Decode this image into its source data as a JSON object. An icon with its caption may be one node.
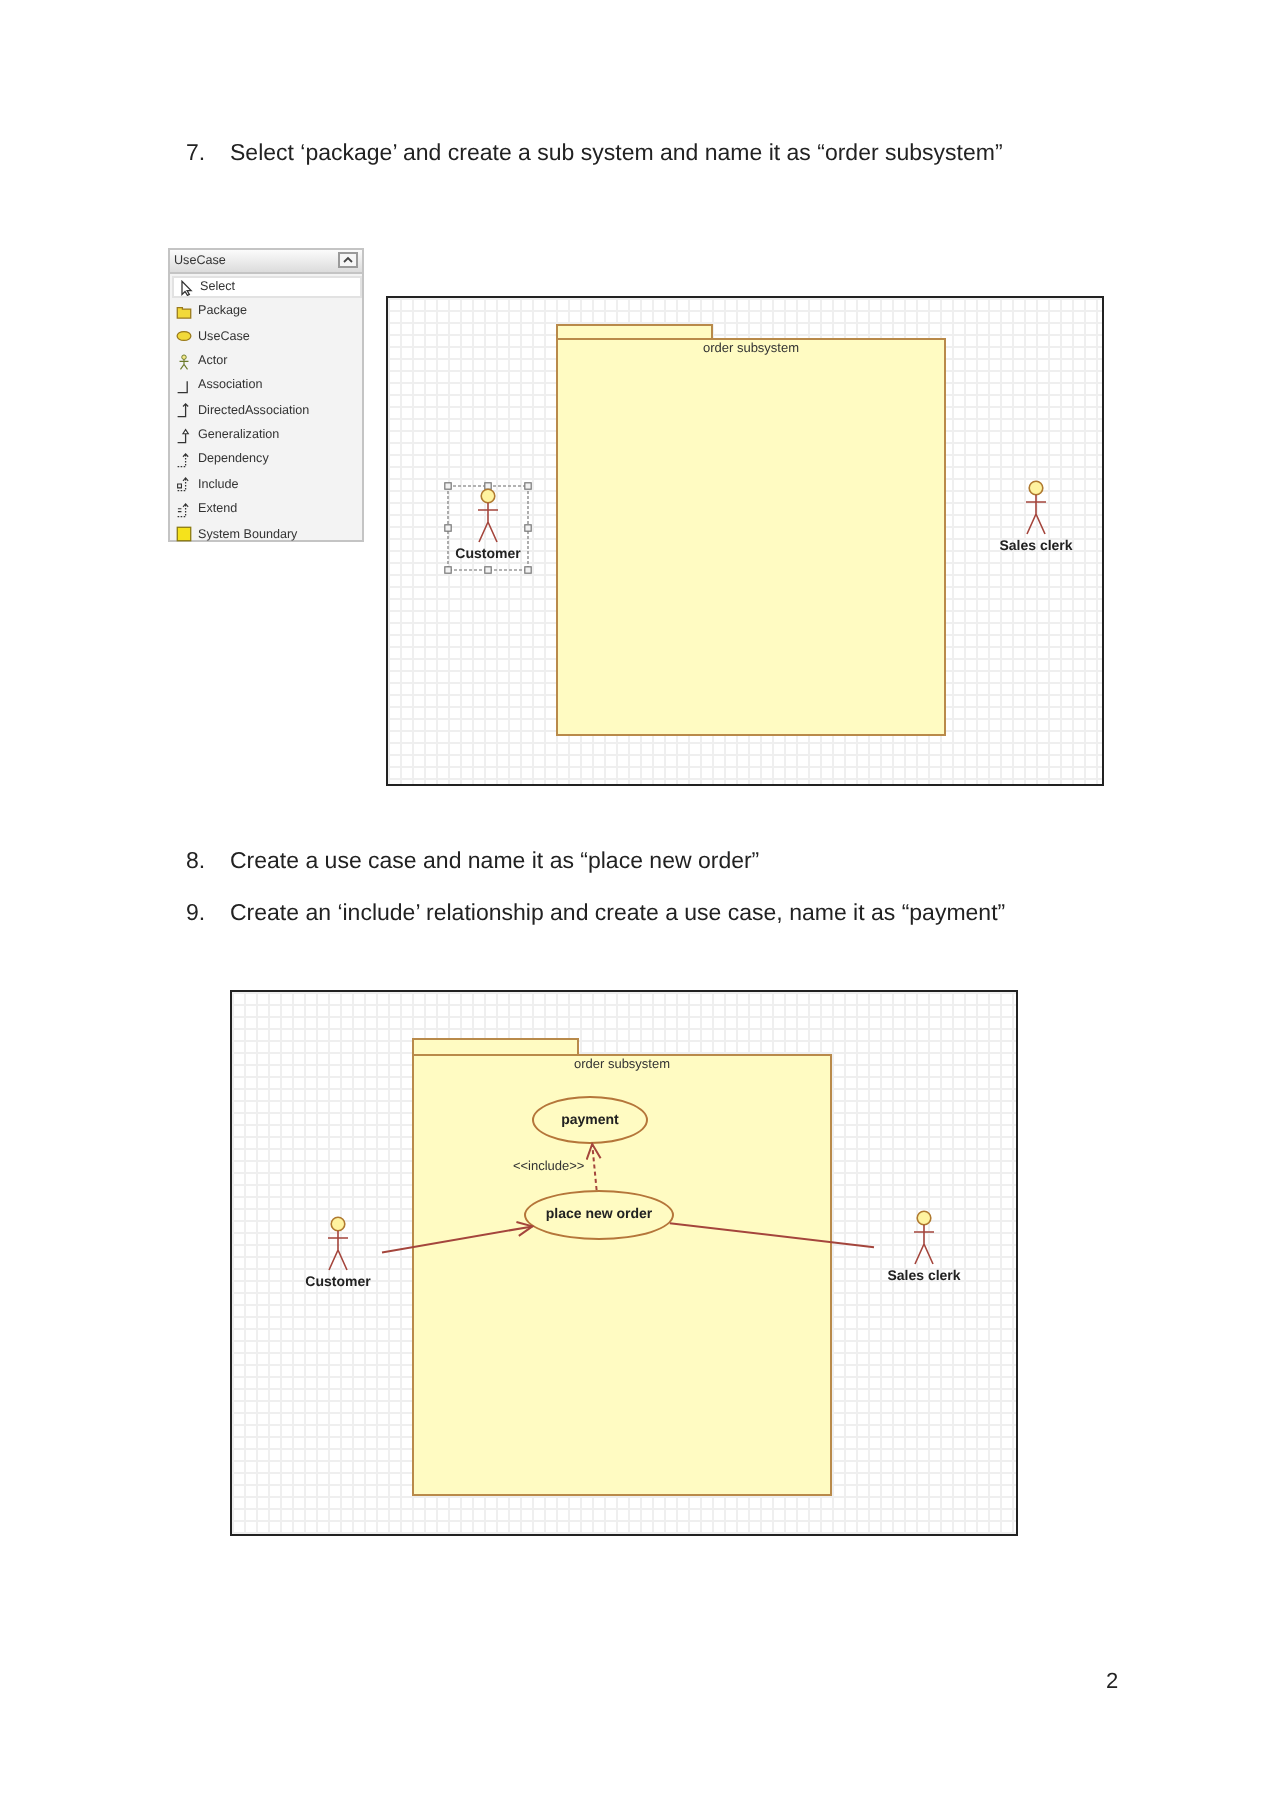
{
  "diagram": {
    "nodes": [
      {
        "text": [
          "order subsystem"
        ]
      },
      {
        "text": [
          "Customer"
        ]
      },
      {
        "text": [
          "Sales clerk"
        ]
      },
      {
        "text": [
          "order subsystem"
        ]
      },
      {
        "text": [
          "payment"
        ],
        "in": 3
      },
      {
        "text": [
          "place new order"
        ],
        "in": 3
      },
      {
        "text": [
          "Customer"
        ]
      },
      {
        "text": [
          "Sales clerk"
        ]
      }
    ],
    "edges": [
      {
        "from": 5,
        "to": 4,
        "arrow": "to",
        "label": "<<include>>",
        "style": "dashed"
      },
      {
        "from": 6,
        "to": 5,
        "arrow": "to"
      },
      {
        "from": 5,
        "to": 7,
        "arrow": "none"
      }
    ],
    "labels": [
      "7.",
      "Select ‘package’ and create a sub system and name it as “order subsystem”",
      "UseCase",
      "Select",
      "Package",
      "UseCase",
      "Actor",
      "Association",
      "DirectedAssociation",
      "Generalization",
      "Dependency",
      "Include",
      "Extend",
      "System Boundary",
      "8.",
      "Create a use case and name it as “place new order”",
      "9.",
      "Create an ‘include’ relationship and create a use case, name it as “payment”",
      "2"
    ]
  }
}
